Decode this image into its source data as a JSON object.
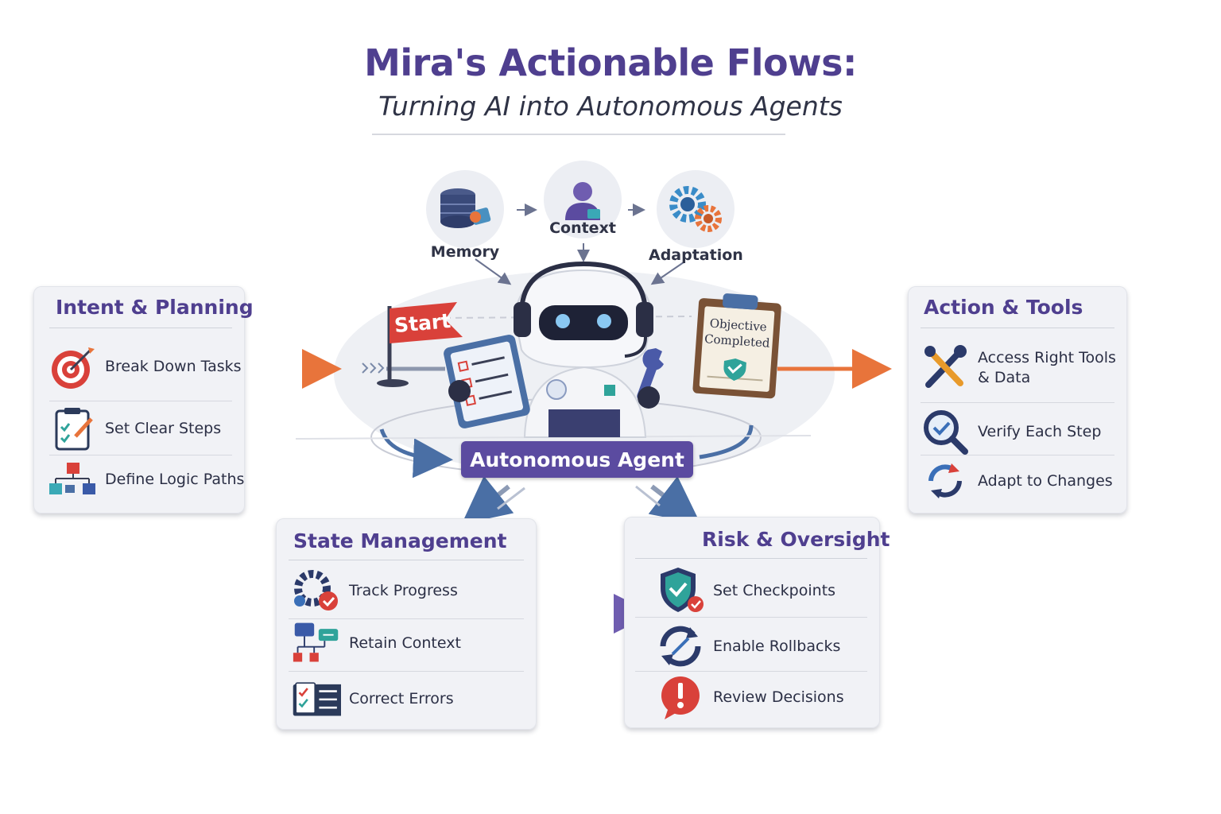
{
  "header": {
    "title": "Mira's Actionable Flows:",
    "subtitle": "Turning AI into Autonomous Agents"
  },
  "top_nodes": [
    {
      "label": "Memory",
      "icon": "database-icon"
    },
    {
      "label": "Context",
      "icon": "user-icon"
    },
    {
      "label": "Adaptation",
      "icon": "gears-icon"
    }
  ],
  "center": {
    "agent_label": "Autonomous Agent",
    "start_flag": "Start",
    "objective_line1": "Objective",
    "objective_line2": "Completed"
  },
  "panels": {
    "intent": {
      "title": "Intent & Planning",
      "items": [
        {
          "label": "Break Down Tasks",
          "icon": "target-icon"
        },
        {
          "label": "Set Clear Steps",
          "icon": "clipboard-icon"
        },
        {
          "label": "Define Logic Paths",
          "icon": "flowchart-icon"
        }
      ]
    },
    "action": {
      "title": "Action & Tools",
      "items": [
        {
          "label": "Access Right Tools",
          "label2": "& Data",
          "icon": "tools-icon"
        },
        {
          "label": "Verify Each Step",
          "icon": "magnifier-check-icon"
        },
        {
          "label": "Adapt to Changes",
          "icon": "refresh-icon"
        }
      ]
    },
    "state": {
      "title": "State Management",
      "items": [
        {
          "label": "Track Progress",
          "icon": "gear-check-icon"
        },
        {
          "label": "Retain Context",
          "icon": "chat-network-icon"
        },
        {
          "label": "Correct Errors",
          "icon": "checklist-icon"
        }
      ]
    },
    "risk": {
      "title": "Risk & Oversight",
      "items": [
        {
          "label": "Set Checkpoints",
          "icon": "shield-check-icon"
        },
        {
          "label": "Enable Rollbacks",
          "icon": "rollback-icon"
        },
        {
          "label": "Review Decisions",
          "icon": "alert-icon"
        }
      ]
    }
  },
  "colors": {
    "title": "#4f3f8f",
    "agent_pill": "#5b4ba0",
    "panel_bg": "#f1f2f6",
    "arrow_orange": "#e8743b",
    "arrow_blue": "#4a6fa5",
    "accent_red": "#d9413a",
    "accent_teal": "#2fa39a"
  }
}
